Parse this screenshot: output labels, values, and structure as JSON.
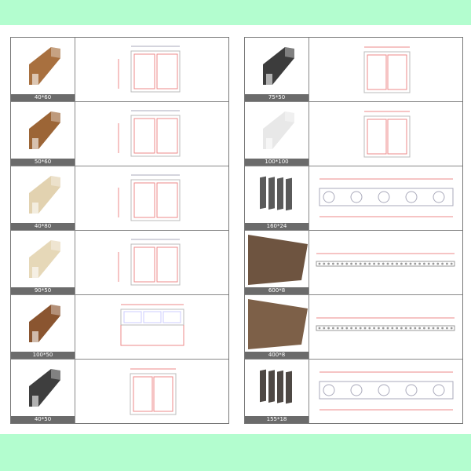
{
  "left_column": [
    {
      "label": "40*60",
      "color": "#a8703f",
      "shape": "channel"
    },
    {
      "label": "50*60",
      "color": "#9c6536",
      "shape": "channel"
    },
    {
      "label": "40*80",
      "color": "#e2d2b0",
      "shape": "channel"
    },
    {
      "label": "90*50",
      "color": "#e6d8b8",
      "shape": "channel"
    },
    {
      "label": "100*50",
      "color": "#8a5530",
      "shape": "triple"
    },
    {
      "label": "40*50",
      "color": "#3e3e3e",
      "shape": "box"
    }
  ],
  "right_column": [
    {
      "label": "75*50",
      "color": "#3c3c3c",
      "shape": "box"
    },
    {
      "label": "100*100",
      "color": "#e8e8e8",
      "shape": "box"
    },
    {
      "label": "160*24",
      "color": "#5a5a5a",
      "shape": "fluted"
    },
    {
      "label": "600*8",
      "color": "#6e5440",
      "shape": "panel"
    },
    {
      "label": "400*8",
      "color": "#7d6048",
      "shape": "panel"
    },
    {
      "label": "155*18",
      "color": "#4e4844",
      "shape": "fluted"
    }
  ]
}
